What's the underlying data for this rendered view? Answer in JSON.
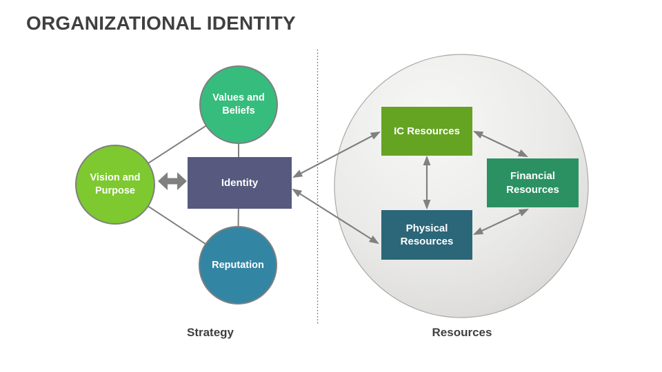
{
  "title": "ORGANIZATIONAL IDENTITY",
  "palette": {
    "title_text": "#404040",
    "section_label_text": "#3f3f3f",
    "connector_gray": "#7f7f7f",
    "arrow_gray": "#808080",
    "divider_gray": "#595959",
    "node_text": "#ffffff",
    "sphere_border": "#a8a8a6",
    "sphere_inner": "#f7f7f6",
    "sphere_outer": "#cbcbc9"
  },
  "strategy_section": {
    "label": "Strategy",
    "nodes": [
      {
        "id": "vision",
        "label": "Vision and Purpose",
        "color": "#7dc92f",
        "shape": "circle"
      },
      {
        "id": "values",
        "label": "Values and Beliefs",
        "color": "#36bc7c",
        "shape": "circle"
      },
      {
        "id": "identity",
        "label": "Identity",
        "color": "#575a7e",
        "shape": "rect"
      },
      {
        "id": "reputation",
        "label": "Reputation",
        "color": "#3385a4",
        "shape": "circle"
      }
    ]
  },
  "resources_section": {
    "label": "Resources",
    "nodes": [
      {
        "id": "ic",
        "label": "IC Resources",
        "color": "#65a323"
      },
      {
        "id": "financial",
        "label": "Financial Resources",
        "color": "#2b9163"
      },
      {
        "id": "physical",
        "label": "Physical Resources",
        "color": "#2b6679"
      }
    ]
  }
}
